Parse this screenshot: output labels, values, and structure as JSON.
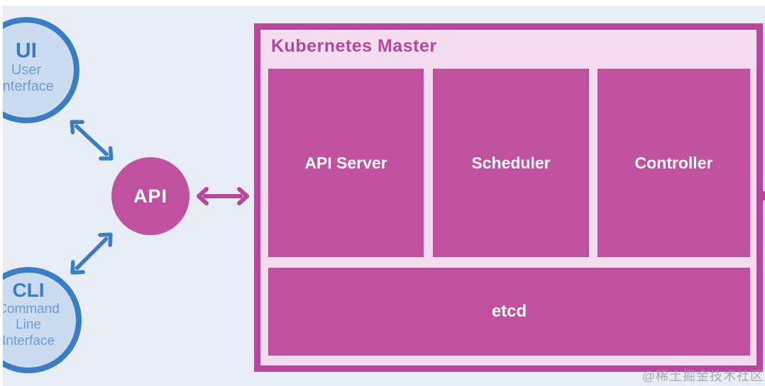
{
  "nodes": {
    "ui": {
      "abbr": "UI",
      "lines": [
        "User",
        "Interface"
      ]
    },
    "cli": {
      "abbr": "CLI",
      "lines": [
        "Command",
        "Line",
        "Interface"
      ]
    },
    "api": {
      "label": "API"
    }
  },
  "master": {
    "title": "Kubernetes Master",
    "components": [
      "API Server",
      "Scheduler",
      "Controller"
    ],
    "storage": "etcd"
  },
  "watermark": "@稀土掘金技术社区",
  "colors": {
    "background": "#e7ecf5",
    "magenta": "#c0519e",
    "magenta_dark": "#b5479c",
    "pink_light": "#f5dcee",
    "blue": "#3b7dc4",
    "blue_fill": "#cbdcf1",
    "blue_text": "#6d9bd4",
    "watermark_gray": "#9a9aa0"
  }
}
